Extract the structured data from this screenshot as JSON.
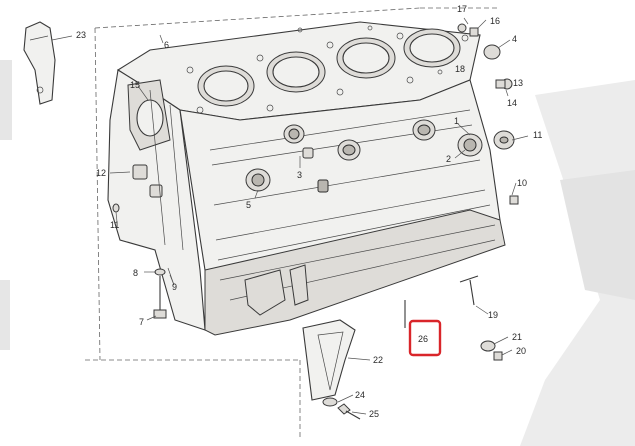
{
  "diagram": {
    "highlight_color": "#d9252a",
    "highlighted_part": "26",
    "callouts": [
      "1",
      "2",
      "3",
      "4",
      "5",
      "6",
      "7",
      "8",
      "9",
      "10",
      "11",
      "12",
      "13",
      "14",
      "15",
      "16",
      "17",
      "18",
      "19",
      "20",
      "21",
      "22",
      "23",
      "24",
      "25",
      "26"
    ]
  }
}
